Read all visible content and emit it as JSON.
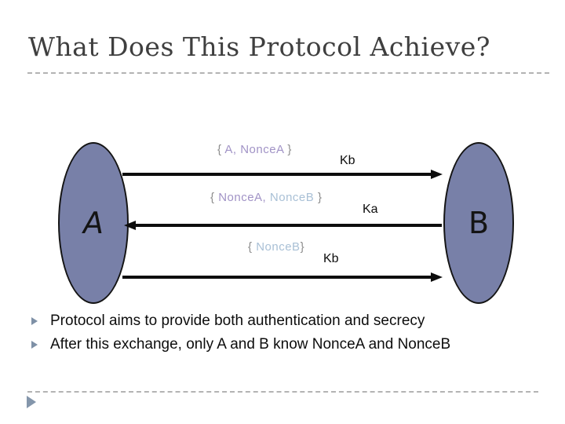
{
  "slide": {
    "title": "What Does This Protocol Achieve?",
    "bullets": [
      {
        "text": "Protocol aims to provide both authentication and secrecy"
      },
      {
        "text": "After this exchange, only A and B know NonceA and NonceB"
      }
    ]
  },
  "diagram": {
    "party_a_label": "A",
    "party_b_label": "B",
    "messages": [
      {
        "direction": "right",
        "brace_open": "{ ",
        "purple_text": "A, NonceA",
        "blue_text": "",
        "brace_close": " }",
        "key_label": "Kb"
      },
      {
        "direction": "left",
        "brace_open": "{ ",
        "purple_text": "NonceA,",
        "blue_text": " NonceB",
        "brace_close": " }",
        "key_label": "Ka"
      },
      {
        "direction": "right",
        "brace_open": "{ ",
        "purple_text": "",
        "blue_text": "NonceB",
        "brace_close": "}",
        "key_label": "Kb"
      }
    ]
  },
  "colors": {
    "title_text": "#3f3f3f",
    "body_text": "#0d0d0d",
    "node_fill": "#7880a8",
    "node_border": "#141414",
    "message_purple": "#a193c6",
    "message_blue": "#a9c0d6",
    "brace_gray": "#8c8c8c",
    "bullet_chevron": "#7e90a6",
    "footer_arrow": "#8496ab",
    "divider_gray": "#b3b3b3",
    "arrow_black": "#0d0d0d"
  }
}
